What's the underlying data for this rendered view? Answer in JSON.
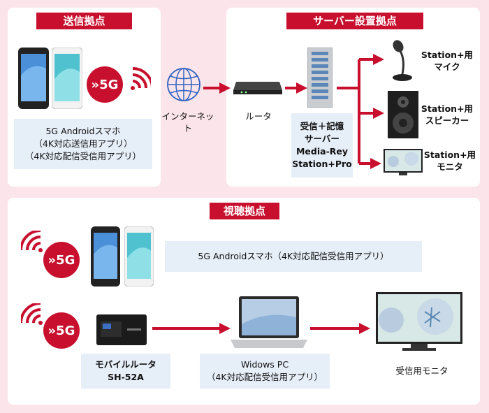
{
  "sender": {
    "title": "送信拠点",
    "phone_box": [
      "5G Androidスマホ",
      "（4K対応送信用アプリ）",
      "（4K対応配信受信用アプリ）"
    ],
    "badge_5g": "»5G"
  },
  "internet": {
    "label": "インターネット"
  },
  "router": {
    "label": "ルータ"
  },
  "server": {
    "title": "サーバー設置拠点",
    "box": [
      "受信＋記憶",
      "サーバー",
      "Media-Rey",
      "Station+Pro"
    ],
    "mic": [
      "Station+用",
      "マイク"
    ],
    "speaker": [
      "Station+用",
      "スピーカー"
    ],
    "monitor": [
      "Station+用",
      "モニタ"
    ]
  },
  "viewer": {
    "title": "視聴拠点",
    "badge_5g": "»5G",
    "phone_box": "5G Androidスマホ（4K対応配信受信用アプリ）",
    "mobile_router": [
      "モバイルルータ",
      "SH-52A"
    ],
    "pc": [
      "Widows PC",
      "（4K対応配信受信用アプリ）"
    ],
    "receiver_monitor": "受信用モニタ"
  },
  "colors": {
    "accent": "#c8102e",
    "box_bg": "#e6eef8",
    "page_bg": "#fbe5ea"
  }
}
